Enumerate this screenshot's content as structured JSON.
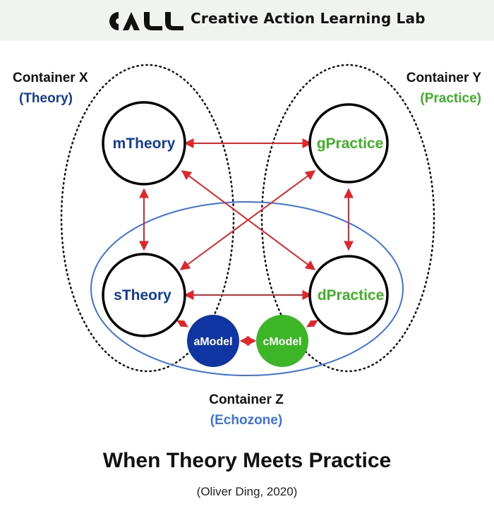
{
  "header": {
    "logo_letters": "CALL",
    "lab_name": "Creative Action Learning Lab"
  },
  "diagram": {
    "containers": {
      "x": {
        "name": "Container X",
        "subtitle": "(Theory)"
      },
      "y": {
        "name": "Container Y",
        "subtitle": "(Practice)"
      },
      "z": {
        "name": "Container Z",
        "subtitle": "(Echozone)"
      }
    },
    "nodes": {
      "mtheory": "mTheory",
      "gpractice": "gPractice",
      "stheory": "sTheory",
      "dpractice": "dPractice",
      "amodel": "aModel",
      "cmodel": "cModel"
    }
  },
  "colors": {
    "theory_blue": "#123c9a",
    "practice_green": "#3eb125",
    "echozone_blue": "#3d73e0",
    "arrow_red": "#e0262b",
    "amodel_fill": "#0e35a2",
    "cmodel_fill": "#3cb527"
  },
  "footer": {
    "title": "When Theory Meets Practice",
    "credit": "(Oliver Ding, 2020)"
  }
}
